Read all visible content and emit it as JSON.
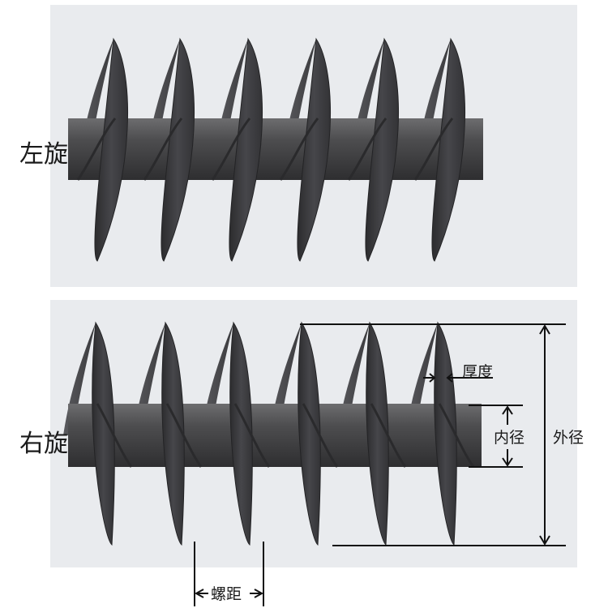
{
  "labels": {
    "left_hand": "左旋",
    "right_hand": "右旋",
    "thickness": "厚度",
    "inner_diameter": "内径",
    "outer_diameter": "外径",
    "pitch": "螺距"
  },
  "colors": {
    "panel_background": "#e9ebee",
    "shaft": "#4a4a4a",
    "flight": "#3b3b3d",
    "dimension_line": "#111111"
  }
}
